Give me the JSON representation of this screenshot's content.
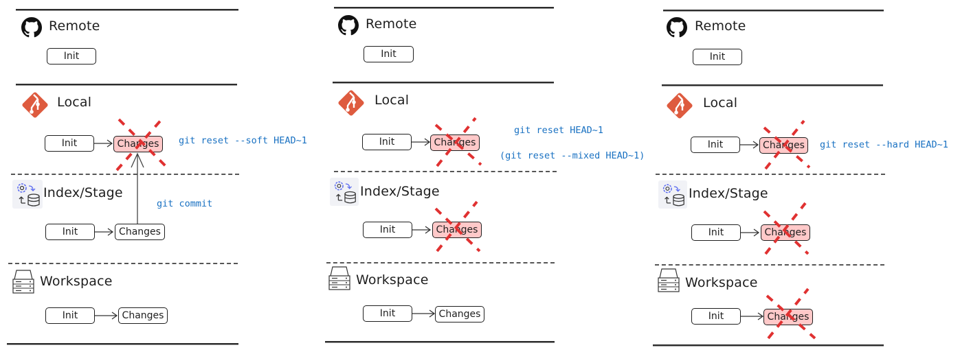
{
  "colors": {
    "removed_fill": "#ffc9c9",
    "cross_stroke": "#e03131",
    "command_text": "#1971c2",
    "git_logo": "#de5b3f",
    "stage_gear": "#5c6cf0"
  },
  "panels": [
    {
      "mode": "soft",
      "sections": {
        "remote": {
          "title": "Remote",
          "icon": "github-icon",
          "commits": [
            "Init"
          ]
        },
        "local": {
          "title": "Local",
          "icon": "git-icon",
          "commits": [
            "Init",
            "Changes"
          ],
          "removed": [
            1
          ]
        },
        "stage": {
          "title": "Index/Stage",
          "icon": "stage-database-icon",
          "commits": [
            "Init",
            "Changes"
          ],
          "removed": []
        },
        "workspace": {
          "title": "Workspace",
          "icon": "server-icon",
          "commits": [
            "Init",
            "Changes"
          ],
          "removed": []
        }
      },
      "commands": [
        "git reset --soft HEAD~1",
        "git commit"
      ]
    },
    {
      "mode": "mixed",
      "sections": {
        "remote": {
          "title": "Remote",
          "icon": "github-icon",
          "commits": [
            "Init"
          ]
        },
        "local": {
          "title": "Local",
          "icon": "git-icon",
          "commits": [
            "Init",
            "Changes"
          ],
          "removed": [
            1
          ]
        },
        "stage": {
          "title": "Index/Stage",
          "icon": "stage-database-icon",
          "commits": [
            "Init",
            "Changes"
          ],
          "removed": [
            1
          ]
        },
        "workspace": {
          "title": "Workspace",
          "icon": "server-icon",
          "commits": [
            "Init",
            "Changes"
          ],
          "removed": []
        }
      },
      "commands": [
        "git reset HEAD~1",
        "(git reset --mixed HEAD~1)"
      ]
    },
    {
      "mode": "hard",
      "sections": {
        "remote": {
          "title": "Remote",
          "icon": "github-icon",
          "commits": [
            "Init"
          ]
        },
        "local": {
          "title": "Local",
          "icon": "git-icon",
          "commits": [
            "Init",
            "Changes"
          ],
          "removed": [
            1
          ]
        },
        "stage": {
          "title": "Index/Stage",
          "icon": "stage-database-icon",
          "commits": [
            "Init",
            "Changes"
          ],
          "removed": [
            1
          ]
        },
        "workspace": {
          "title": "Workspace",
          "icon": "server-icon",
          "commits": [
            "Init",
            "Changes"
          ],
          "removed": [
            1
          ]
        }
      },
      "commands": [
        "git reset --hard HEAD~1"
      ]
    }
  ]
}
